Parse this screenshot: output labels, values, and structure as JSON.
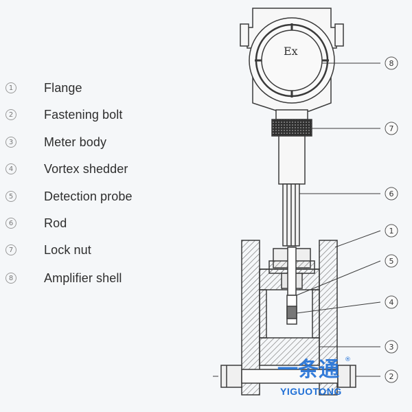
{
  "legend": {
    "items": [
      {
        "num": "1",
        "label": "Flange"
      },
      {
        "num": "2",
        "label": "Fastening bolt"
      },
      {
        "num": "3",
        "label": "Meter body"
      },
      {
        "num": "4",
        "label": "Vortex shedder"
      },
      {
        "num": "5",
        "label": "Detection probe"
      },
      {
        "num": "6",
        "label": "Rod"
      },
      {
        "num": "7",
        "label": "Lock nut"
      },
      {
        "num": "8",
        "label": "Amplifier shell"
      }
    ]
  },
  "diagram": {
    "housing_text": "Ex",
    "callouts": [
      "8",
      "7",
      "6",
      "1",
      "5",
      "4",
      "3",
      "2"
    ]
  },
  "watermark": {
    "chinese_text": "一条通",
    "latin_text": "YIGUOTONG",
    "registered_mark": "®"
  },
  "colors": {
    "line": "#3a3a3a",
    "hatch": "#6a6a6a",
    "watermark_blue": "#1f6fd6"
  }
}
